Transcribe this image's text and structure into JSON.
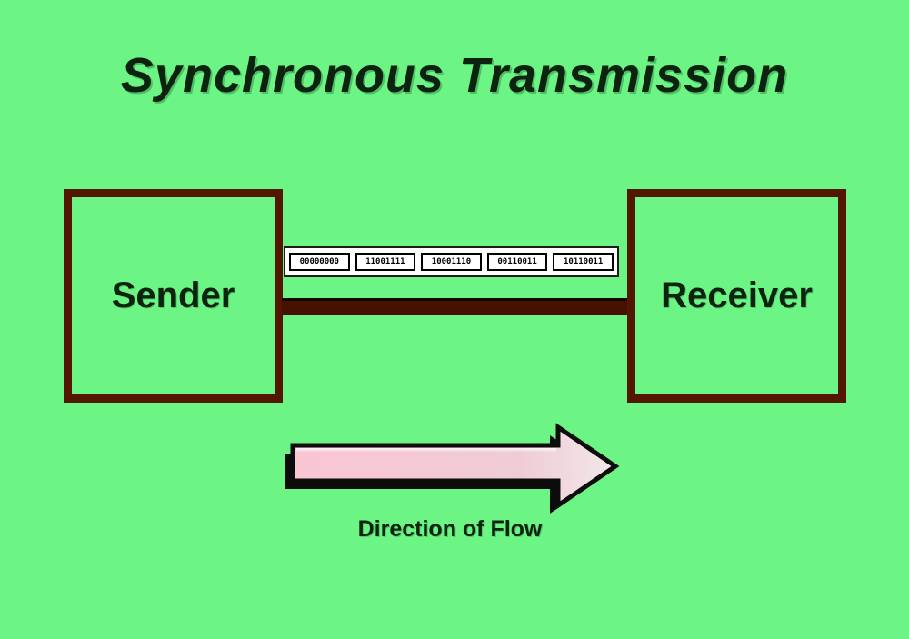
{
  "title": "Synchronous Transmission",
  "sender": {
    "label": "Sender"
  },
  "receiver": {
    "label": "Receiver"
  },
  "data_stream": {
    "frames": [
      "00000000",
      "11001111",
      "10001110",
      "00110011",
      "10110011"
    ]
  },
  "flow": {
    "label": "Direction of Flow"
  },
  "colors": {
    "background": "#6cf585",
    "box_border": "#521601",
    "line_color": "#471100",
    "text_dark": "#0c2310",
    "arrow_fill": "#f7c3d1",
    "arrow_outline": "#0c0c0c",
    "frame_bg": "#ffffff",
    "frame_border": "#000000"
  }
}
